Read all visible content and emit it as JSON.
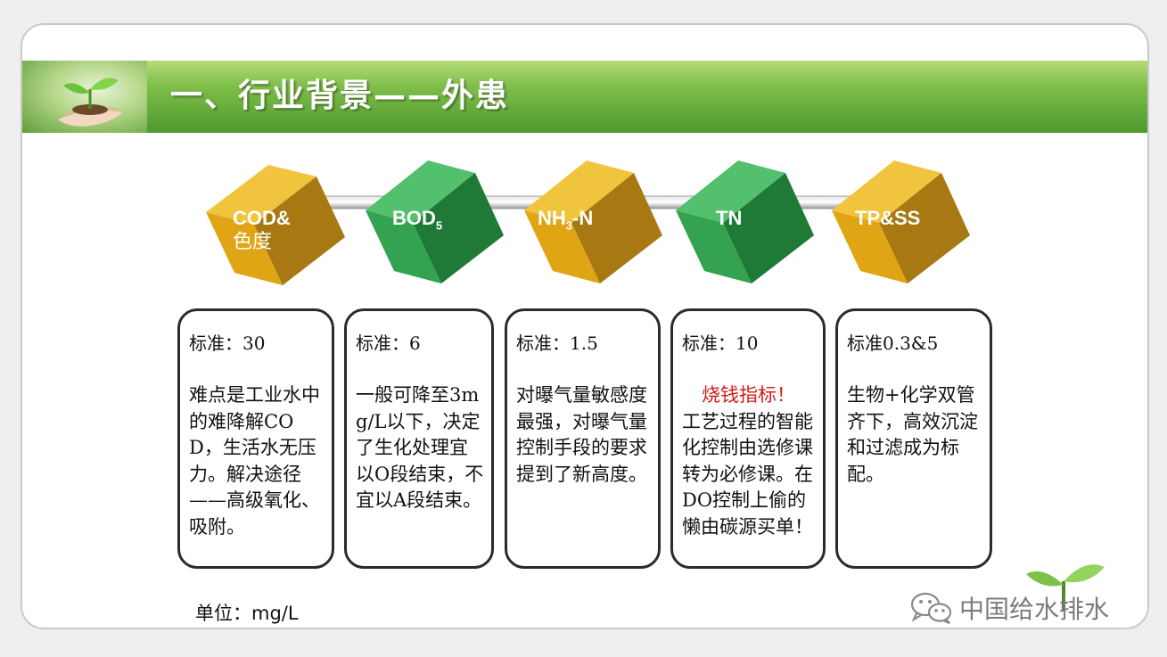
{
  "title": "一、行业背景——外患",
  "cubes": [
    {
      "line1": "COD&",
      "line2": "色度",
      "color": "#e6a915"
    },
    {
      "text": "BOD",
      "sub": "5",
      "color": "#35a052"
    },
    {
      "text": "NH",
      "sub": "3",
      "tail": "-N",
      "color": "#e6a915"
    },
    {
      "text": "TN",
      "color": "#35a052"
    },
    {
      "text": "TP&SS",
      "color": "#e6a915"
    }
  ],
  "cards": [
    {
      "standard": "标准：30",
      "body": "难点是工业水中的难降解COD，生活水无压力。解决途径——高级氧化、吸附。"
    },
    {
      "standard": "标准：6",
      "body": "一般可降至3mg/L以下，决定了生化处理宜以O段结束，不宜以A段结束。"
    },
    {
      "standard": "标准：1.5",
      "body": "对曝气量敏感度最强，对曝气量控制手段的要求提到了新高度。"
    },
    {
      "standard": "标准：10",
      "alert": "烧钱指标！",
      "body": "工艺过程的智能化控制由选修课转为必修课。在DO控制上偷的懒由碳源买单！"
    },
    {
      "standard": "标准0.3&5",
      "body": "生物+化学双管齐下，高效沉淀和过滤成为标配。"
    }
  ],
  "unit": "单位：mg/L",
  "watermark": "中国给水排水",
  "icons": {
    "wechat": "wechat-icon",
    "photo": "hands-seedling-image",
    "sprout": "sprout-icon"
  }
}
